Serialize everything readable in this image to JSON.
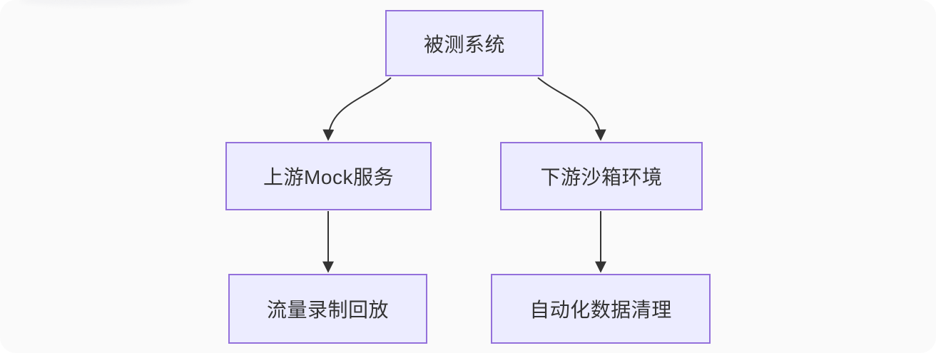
{
  "diagram": {
    "type": "flowchart-top-down",
    "nodes": [
      {
        "id": "sut",
        "label": "被测系统"
      },
      {
        "id": "upstream-mock",
        "label": "上游Mock服务"
      },
      {
        "id": "downstream-sandbox",
        "label": "下游沙箱环境"
      },
      {
        "id": "traffic-record-replay",
        "label": "流量录制回放"
      },
      {
        "id": "auto-data-cleanup",
        "label": "自动化数据清理"
      }
    ],
    "edges": [
      {
        "from": "sut",
        "to": "upstream-mock"
      },
      {
        "from": "sut",
        "to": "downstream-sandbox"
      },
      {
        "from": "upstream-mock",
        "to": "traffic-record-replay"
      },
      {
        "from": "downstream-sandbox",
        "to": "auto-data-cleanup"
      }
    ],
    "colors": {
      "node_fill": "#ECECFF",
      "node_border": "#9370DB",
      "edge_stroke": "#333333",
      "text": "#333333",
      "canvas_background": "#fafafa"
    }
  }
}
